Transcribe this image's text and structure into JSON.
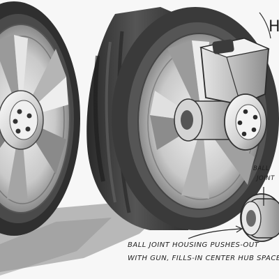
{
  "annotations": {
    "note_line1": "BALL JOINT HOUSING PUSHES-OUT",
    "note_line2": "WITH GUN, FILLS-IN CENTER HUB SPACE",
    "ball_joint_line1": "BALL",
    "ball_joint_line2": "JOINT",
    "corner_mark": "H"
  },
  "colors": {
    "paper": "#f7f7f7",
    "tire": "#3c3c3c",
    "rim": "#d8d8d8",
    "ink": "#1e1e1e",
    "shadow": "#9a9a9a"
  }
}
